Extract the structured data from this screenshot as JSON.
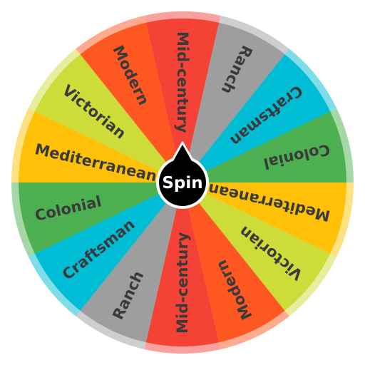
{
  "wheel": {
    "segments": [
      {
        "label": "Mid-century",
        "color": "#f44336"
      },
      {
        "label": "Ranch",
        "color": "#9e9e9e"
      },
      {
        "label": "Craftsman",
        "color": "#00bcd4"
      },
      {
        "label": "Colonial",
        "color": "#4caf50"
      },
      {
        "label": "Mediterranean",
        "color": "#ffc107"
      },
      {
        "label": "Victorian",
        "color": "#cddc39"
      },
      {
        "label": "Modern",
        "color": "#ff5722"
      },
      {
        "label": "Mid-century",
        "color": "#f44336"
      },
      {
        "label": "Ranch",
        "color": "#9e9e9e"
      },
      {
        "label": "Craftsman",
        "color": "#00bcd4"
      },
      {
        "label": "Colonial",
        "color": "#4caf50"
      },
      {
        "label": "Mediterranean",
        "color": "#ffc107"
      },
      {
        "label": "Victorian",
        "color": "#cddc39"
      },
      {
        "label": "Modern",
        "color": "#ff5722"
      }
    ],
    "text_color": "#3a3a3a"
  },
  "spin_button": {
    "label": "Spin",
    "color": "#000000"
  }
}
